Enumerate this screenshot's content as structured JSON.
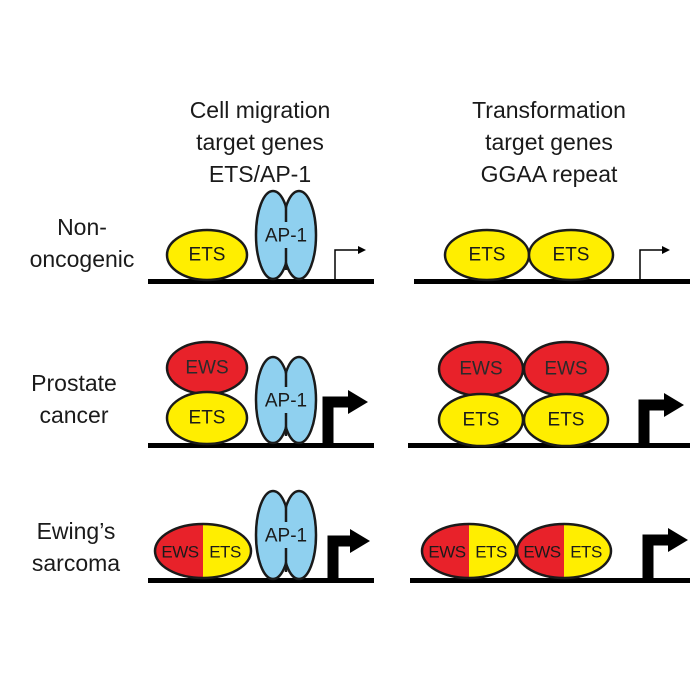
{
  "colors": {
    "ets": "#ffee00",
    "ews": "#e8222a",
    "ap1": "#8fd0ef",
    "outline": "#1a1a1a",
    "dna": "#000000",
    "text": "#1a1a1a",
    "background": "#ffffff"
  },
  "columns": [
    {
      "lines": [
        "Cell migration",
        "target genes",
        "ETS/AP-1"
      ]
    },
    {
      "lines": [
        "Transformation",
        "target genes",
        "GGAA repeat"
      ]
    }
  ],
  "rows": [
    {
      "lines": [
        "Non-",
        "oncogenic"
      ]
    },
    {
      "lines": [
        "Prostate",
        "cancer"
      ]
    },
    {
      "lines": [
        "Ewing’s",
        "sarcoma"
      ]
    }
  ],
  "proteins": {
    "ets": "ETS",
    "ews": "EWS",
    "ap1": "AP-1"
  },
  "legend_icons": {
    "promoter_weak": "thin-arrow-icon",
    "promoter_strong": "thick-arrow-icon"
  }
}
